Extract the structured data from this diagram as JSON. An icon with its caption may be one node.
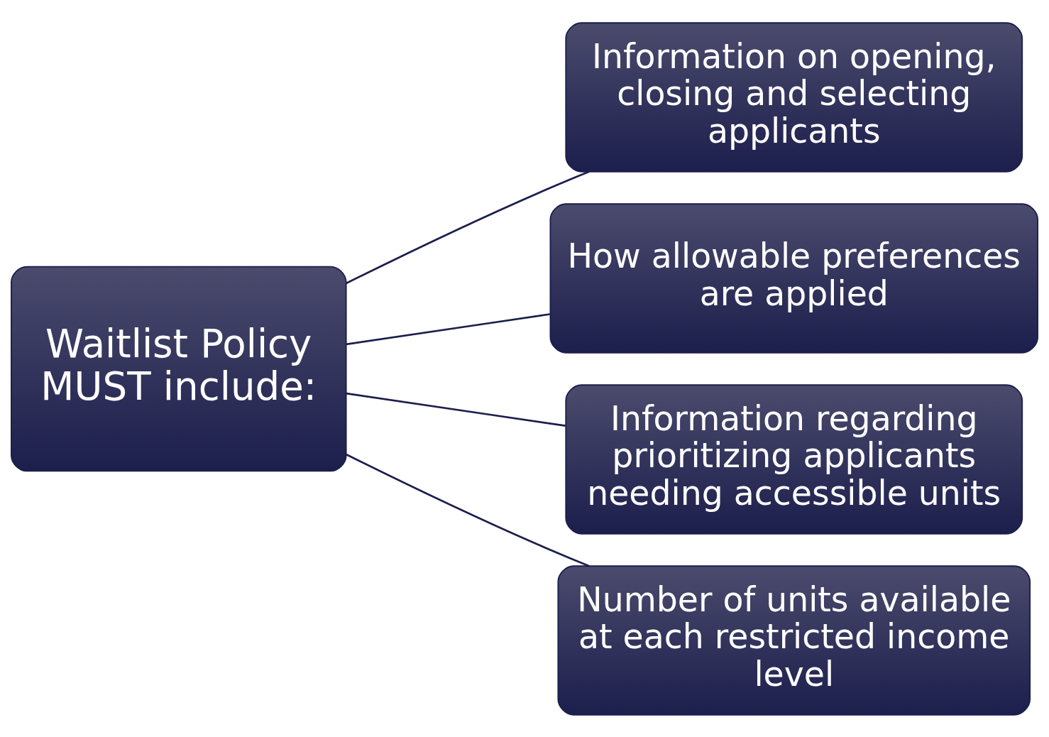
{
  "diagram": {
    "nodes": [
      {
        "text": [
          "Waitlist Policy MUST include:"
        ]
      },
      {
        "text": [
          "Information on opening, closing and selecting applicants"
        ]
      },
      {
        "text": [
          "How allowable preferences are applied"
        ]
      },
      {
        "text": [
          "Information regarding prioritizing applicants needing accessible units"
        ]
      },
      {
        "text": [
          "Number of units available at each restricted income level"
        ]
      }
    ],
    "edges": [
      {
        "from": 0,
        "to": 1,
        "arrow": "none"
      },
      {
        "from": 0,
        "to": 2,
        "arrow": "none"
      },
      {
        "from": 0,
        "to": 3,
        "arrow": "none"
      },
      {
        "from": 0,
        "to": 4,
        "arrow": "none"
      }
    ]
  }
}
